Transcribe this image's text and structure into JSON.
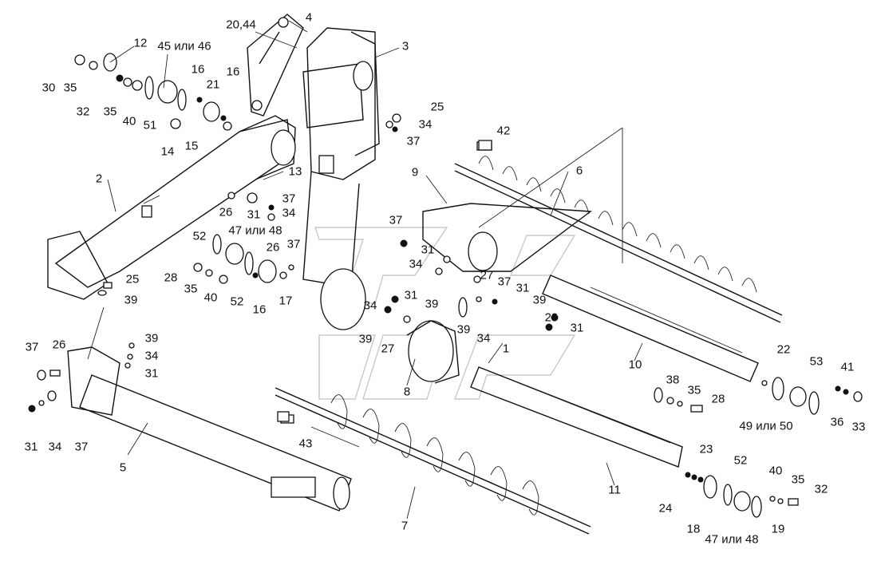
{
  "diagram": {
    "labels": [
      {
        "id": "l30",
        "text": "30"
      },
      {
        "id": "l35a",
        "text": "35"
      },
      {
        "id": "l12",
        "text": "12"
      },
      {
        "id": "l4546",
        "text": "45 или 46"
      },
      {
        "id": "l32a",
        "text": "32"
      },
      {
        "id": "l35b",
        "text": "35"
      },
      {
        "id": "l40a",
        "text": "40"
      },
      {
        "id": "l51",
        "text": "51"
      },
      {
        "id": "l14",
        "text": "14"
      },
      {
        "id": "l15",
        "text": "15"
      },
      {
        "id": "l16a",
        "text": "16"
      },
      {
        "id": "l21",
        "text": "21"
      },
      {
        "id": "l16b",
        "text": "16"
      },
      {
        "id": "l2044",
        "text": "20,44"
      },
      {
        "id": "l4",
        "text": "4"
      },
      {
        "id": "l3",
        "text": "3"
      },
      {
        "id": "l25a",
        "text": "25"
      },
      {
        "id": "l34a",
        "text": "34"
      },
      {
        "id": "l37a",
        "text": "37"
      },
      {
        "id": "l42",
        "text": "42"
      },
      {
        "id": "l2",
        "text": "2"
      },
      {
        "id": "l13",
        "text": "13"
      },
      {
        "id": "l37b",
        "text": "37"
      },
      {
        "id": "l26a",
        "text": "26"
      },
      {
        "id": "l31a",
        "text": "31"
      },
      {
        "id": "l34b",
        "text": "34"
      },
      {
        "id": "l9",
        "text": "9"
      },
      {
        "id": "l6",
        "text": "6"
      },
      {
        "id": "l37c",
        "text": "37"
      },
      {
        "id": "l31b",
        "text": "31"
      },
      {
        "id": "l52a",
        "text": "52"
      },
      {
        "id": "l4748a",
        "text": "47 или 48"
      },
      {
        "id": "l26b",
        "text": "26"
      },
      {
        "id": "l37d",
        "text": "37"
      },
      {
        "id": "l34c",
        "text": "34"
      },
      {
        "id": "l27a",
        "text": "27"
      },
      {
        "id": "l28a",
        "text": "28"
      },
      {
        "id": "l35c",
        "text": "35"
      },
      {
        "id": "l40b",
        "text": "40"
      },
      {
        "id": "l52b",
        "text": "52"
      },
      {
        "id": "l16c",
        "text": "16"
      },
      {
        "id": "l17",
        "text": "17"
      },
      {
        "id": "l25b",
        "text": "25"
      },
      {
        "id": "l39a",
        "text": "39"
      },
      {
        "id": "l37e",
        "text": "37"
      },
      {
        "id": "l31c",
        "text": "31"
      },
      {
        "id": "l34d",
        "text": "34"
      },
      {
        "id": "l31d",
        "text": "31"
      },
      {
        "id": "l39b",
        "text": "39"
      },
      {
        "id": "l39c",
        "text": "39"
      },
      {
        "id": "l29",
        "text": "29"
      },
      {
        "id": "l31e",
        "text": "31"
      },
      {
        "id": "l39d",
        "text": "39"
      },
      {
        "id": "l34e",
        "text": "34"
      },
      {
        "id": "l27b",
        "text": "27"
      },
      {
        "id": "l1",
        "text": "1"
      },
      {
        "id": "l39e",
        "text": "39"
      },
      {
        "id": "l8",
        "text": "8"
      },
      {
        "id": "l37f",
        "text": "37"
      },
      {
        "id": "l26c",
        "text": "26"
      },
      {
        "id": "l39f",
        "text": "39"
      },
      {
        "id": "l34f",
        "text": "34"
      },
      {
        "id": "l31f",
        "text": "31"
      },
      {
        "id": "l10",
        "text": "10"
      },
      {
        "id": "l22",
        "text": "22"
      },
      {
        "id": "l53",
        "text": "53"
      },
      {
        "id": "l41",
        "text": "41"
      },
      {
        "id": "l38",
        "text": "38"
      },
      {
        "id": "l35d",
        "text": "35"
      },
      {
        "id": "l28b",
        "text": "28"
      },
      {
        "id": "l4950",
        "text": "49 или 50"
      },
      {
        "id": "l36",
        "text": "36"
      },
      {
        "id": "l33",
        "text": "33"
      },
      {
        "id": "l31g",
        "text": "31"
      },
      {
        "id": "l34g",
        "text": "34"
      },
      {
        "id": "l37g",
        "text": "37"
      },
      {
        "id": "l5",
        "text": "5"
      },
      {
        "id": "l43",
        "text": "43"
      },
      {
        "id": "l23",
        "text": "23"
      },
      {
        "id": "l52c",
        "text": "52"
      },
      {
        "id": "l40c",
        "text": "40"
      },
      {
        "id": "l35e",
        "text": "35"
      },
      {
        "id": "l32b",
        "text": "32"
      },
      {
        "id": "l24",
        "text": "24"
      },
      {
        "id": "l18",
        "text": "18"
      },
      {
        "id": "l4748b",
        "text": "47 или 48"
      },
      {
        "id": "l19",
        "text": "19"
      },
      {
        "id": "l7",
        "text": "7"
      },
      {
        "id": "l11",
        "text": "11"
      }
    ]
  }
}
